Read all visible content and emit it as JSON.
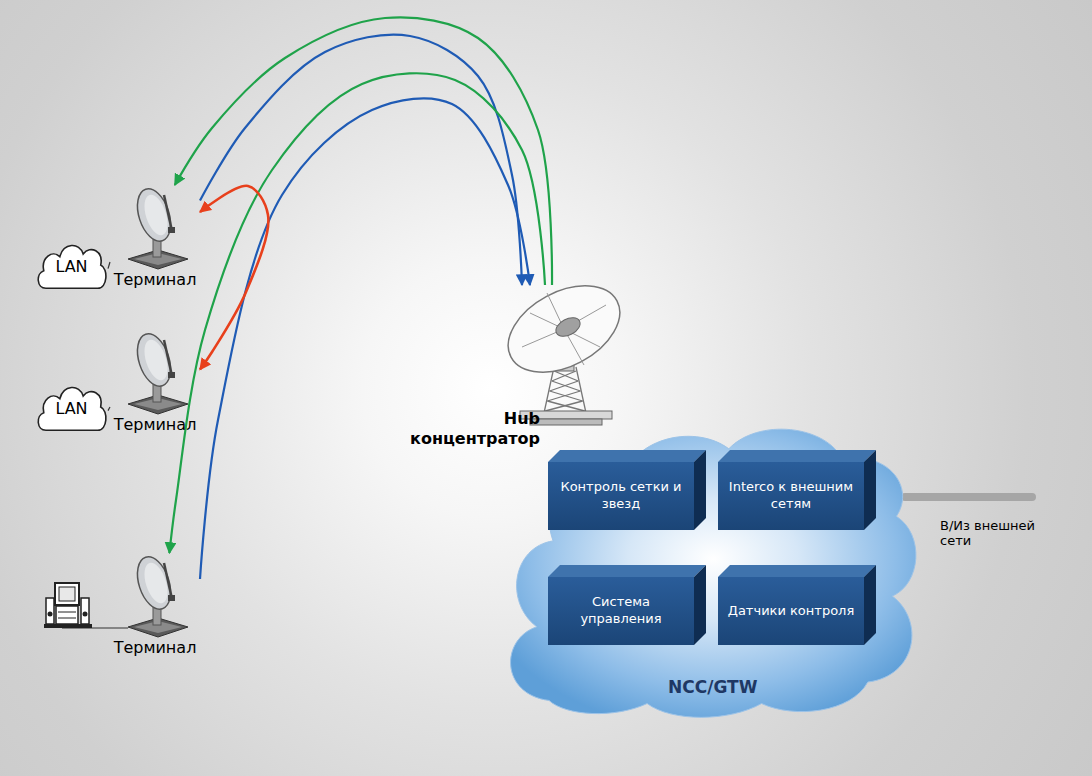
{
  "diagram": {
    "nodes": [
      {
        "text": [
          "LAN"
        ]
      },
      {
        "text": [
          "Терминал"
        ]
      },
      {
        "text": [
          "LAN"
        ]
      },
      {
        "text": [
          "Терминал"
        ]
      },
      {
        "text": [
          "Терминал"
        ]
      },
      {
        "text": [
          "Hub концентратор"
        ]
      },
      {
        "text": [
          "NCC/GTW"
        ]
      },
      {
        "text": [
          "Контроль сетки и звезд"
        ],
        "in": 6
      },
      {
        "text": [
          "Interco к внешним сетям"
        ],
        "in": 6
      },
      {
        "text": [
          "Система управления"
        ],
        "in": 6
      },
      {
        "text": [
          "Датчики контроля"
        ],
        "in": 6
      }
    ],
    "edges": [
      {
        "from": 0,
        "to": 1,
        "arrow": "none"
      },
      {
        "from": 2,
        "to": 3,
        "arrow": "none"
      },
      {
        "from": 5,
        "to": 1,
        "arrow": "to"
      },
      {
        "from": 1,
        "to": 5,
        "arrow": "to"
      },
      {
        "from": 5,
        "to": 4,
        "arrow": "to"
      },
      {
        "from": 4,
        "to": 5,
        "arrow": "to"
      },
      {
        "from": 1,
        "to": 3,
        "arrow": "both"
      }
    ],
    "labels": [
      "В/Из внешней сети"
    ]
  }
}
